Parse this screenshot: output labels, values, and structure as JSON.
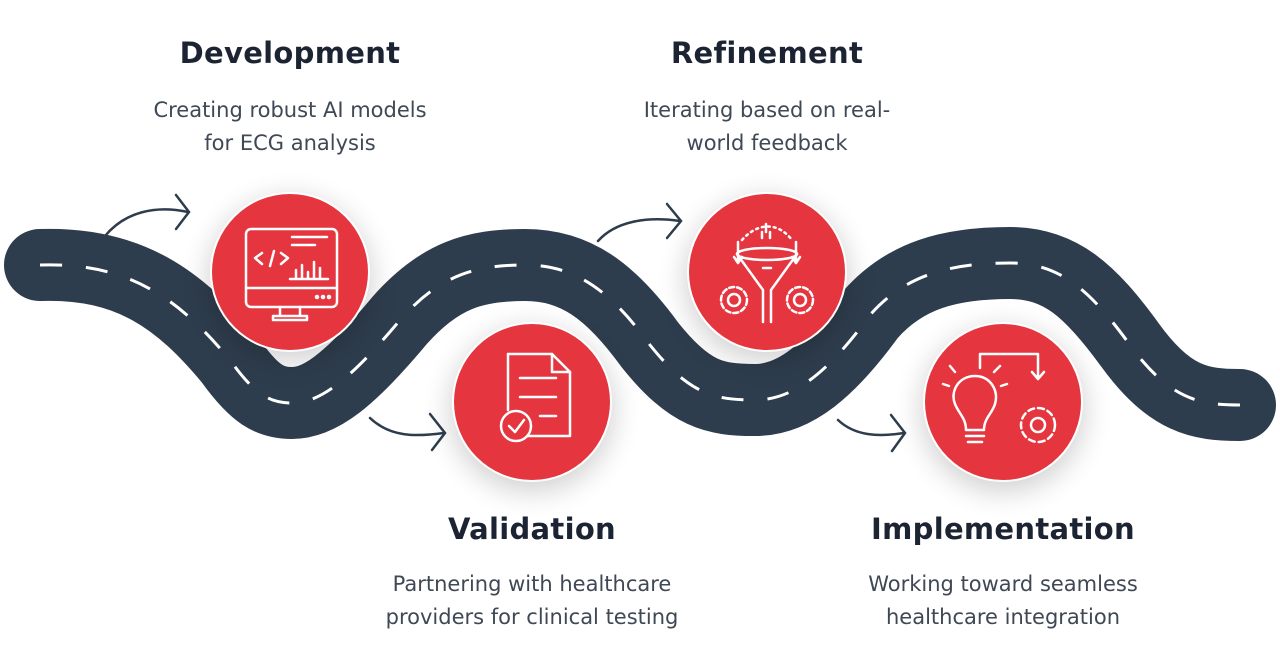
{
  "colors": {
    "road": "#2e3d4d",
    "accent": "#e5353f",
    "title": "#1c2434",
    "text": "#3f4855"
  },
  "stages": [
    {
      "title": "Development",
      "desc_lines": [
        "Creating robust AI models",
        "for ECG analysis"
      ],
      "icon": "monitor-code-chart-icon"
    },
    {
      "title": "Validation",
      "desc_lines": [
        "Partnering with healthcare",
        "providers for clinical testing"
      ],
      "icon": "document-check-icon"
    },
    {
      "title": "Refinement",
      "desc_lines": [
        "Iterating based on real-",
        "world feedback"
      ],
      "icon": "funnel-gears-icon"
    },
    {
      "title": "Implementation",
      "desc_lines": [
        "Working toward seamless",
        "healthcare integration"
      ],
      "icon": "lightbulb-gear-icon"
    }
  ]
}
